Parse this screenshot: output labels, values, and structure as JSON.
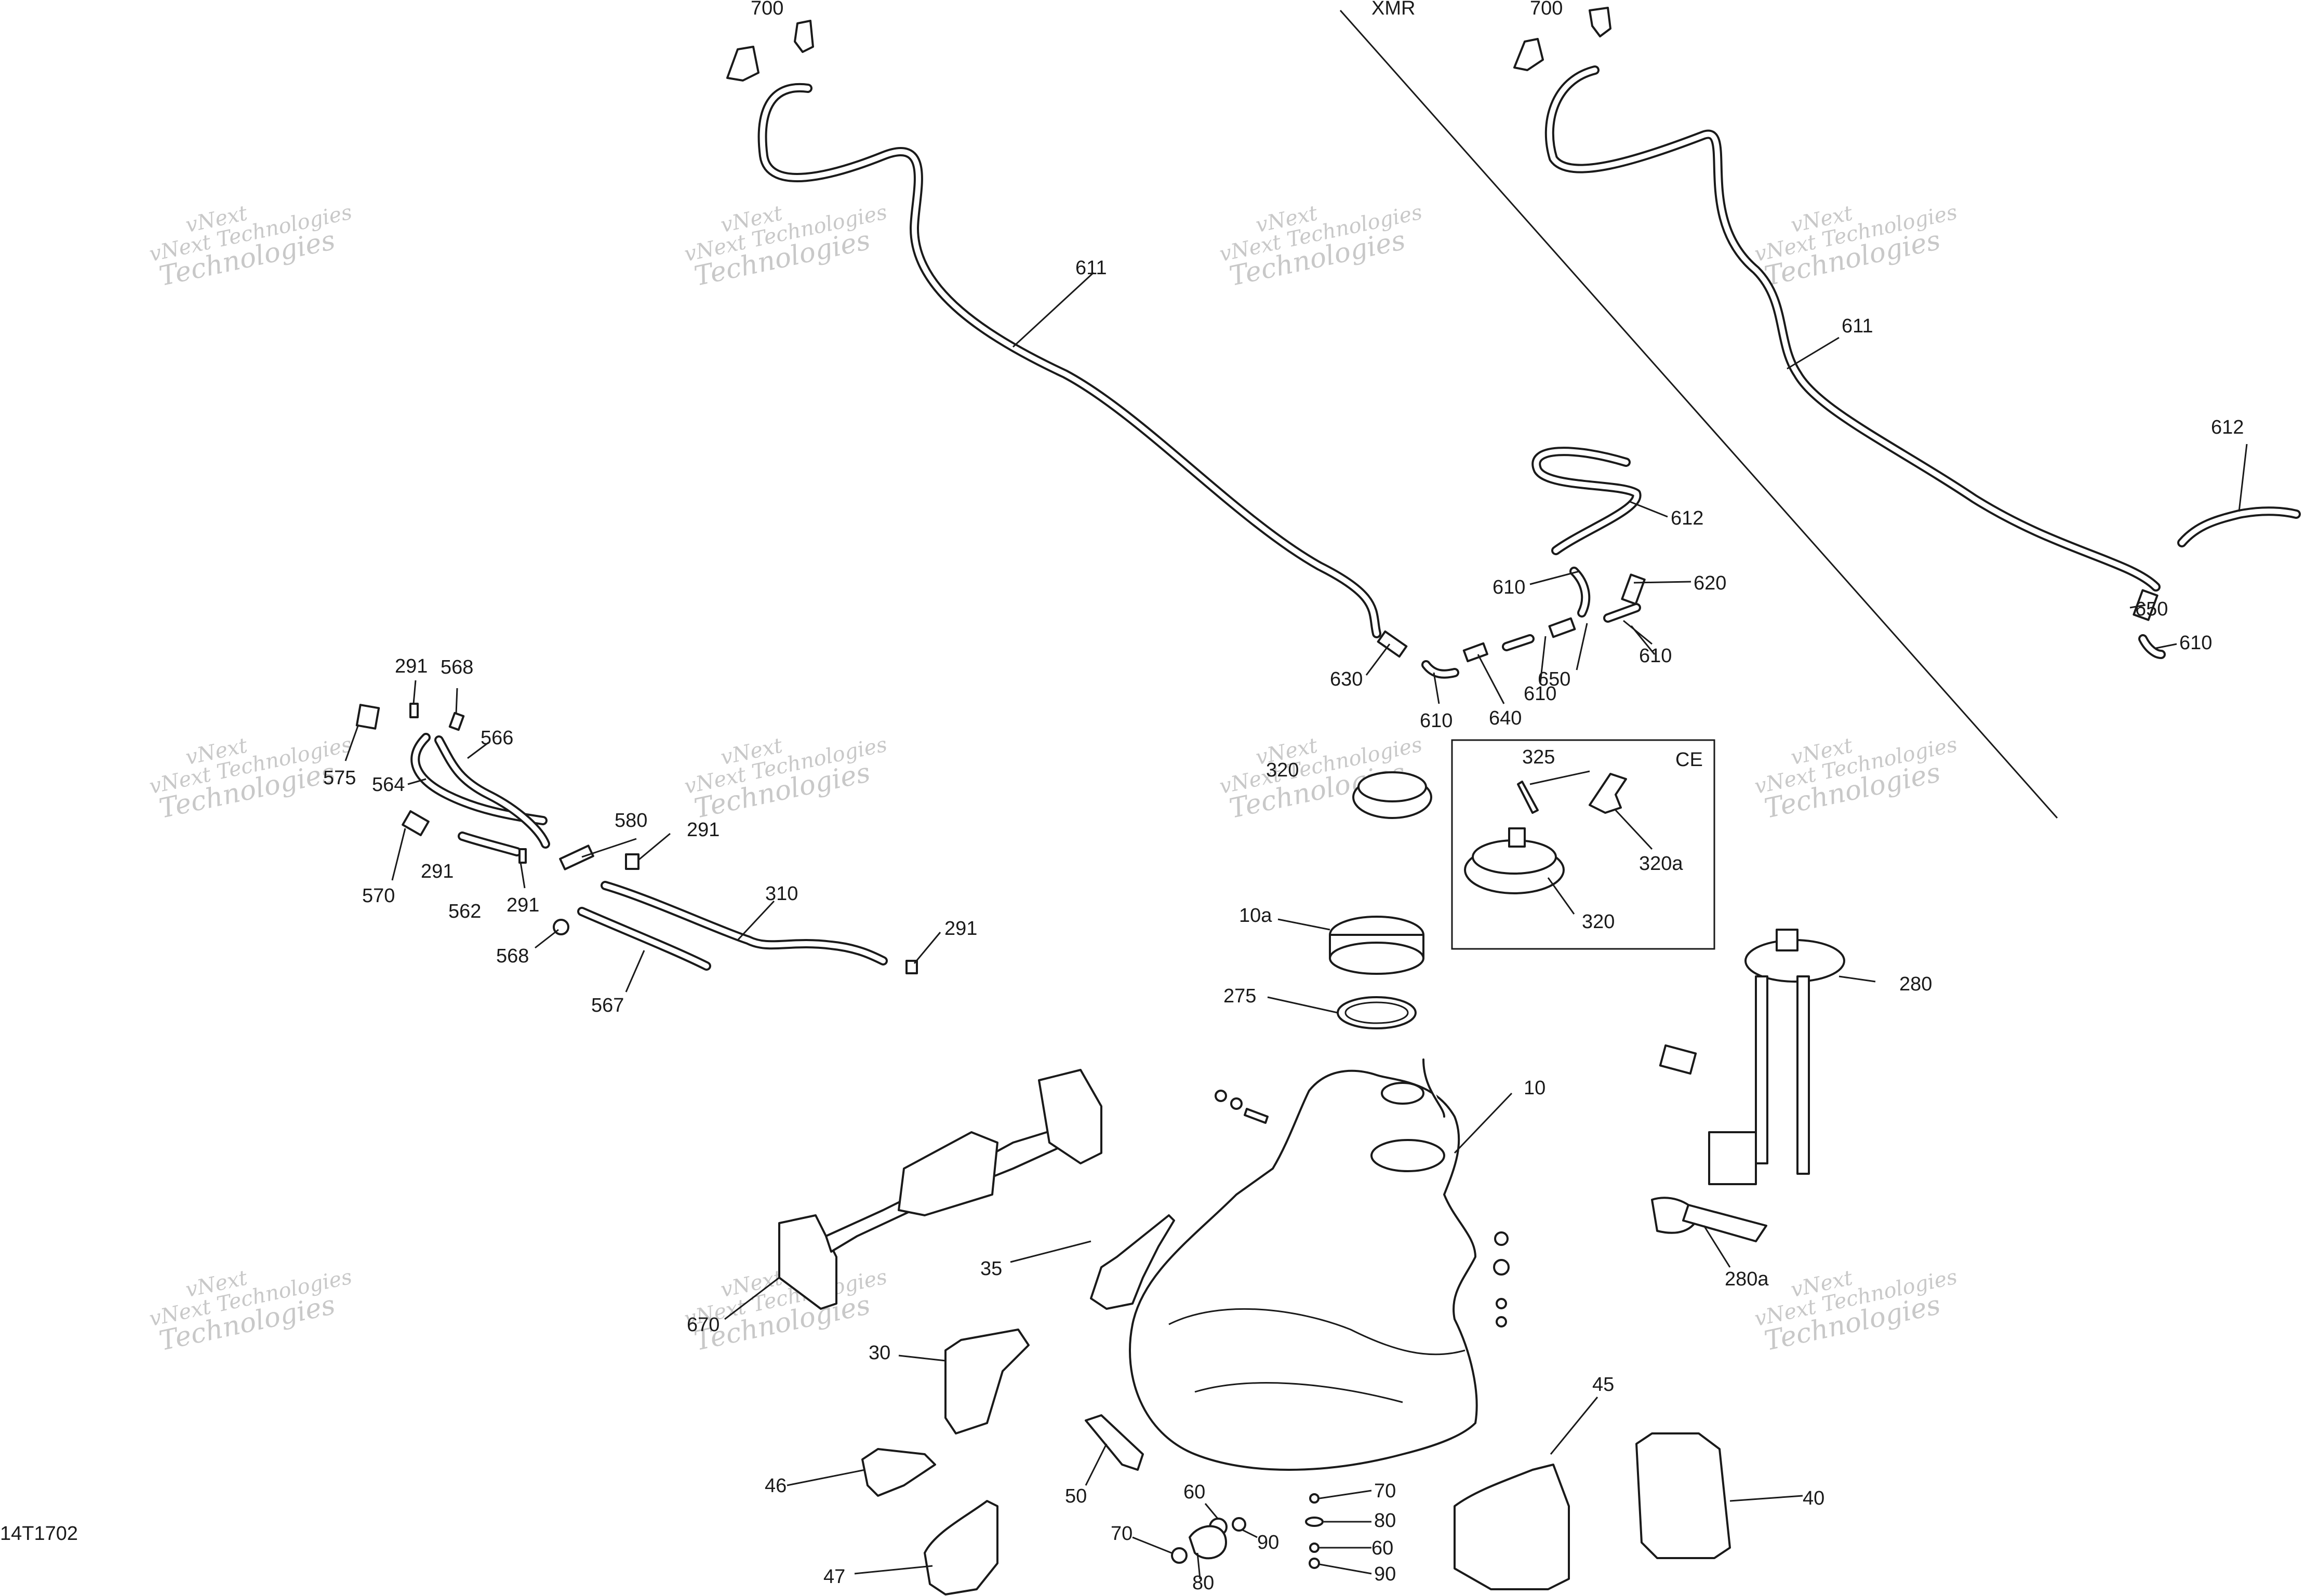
{
  "diagram": {
    "code": "14T1702",
    "variant_label": "XMR",
    "box_label": "CE",
    "watermark": {
      "line1": "vNext",
      "line2": "Technologies",
      "text": "vNext Technologies"
    }
  },
  "callouts": [
    {
      "id": "c700a",
      "text": "700"
    },
    {
      "id": "c700b",
      "text": "700"
    },
    {
      "id": "c611a",
      "text": "611"
    },
    {
      "id": "c611b",
      "text": "611"
    },
    {
      "id": "c612a",
      "text": "612"
    },
    {
      "id": "c612b",
      "text": "612"
    },
    {
      "id": "c610a",
      "text": "610"
    },
    {
      "id": "c620",
      "text": "620"
    },
    {
      "id": "c610b",
      "text": "610"
    },
    {
      "id": "c650a",
      "text": "650"
    },
    {
      "id": "c630",
      "text": "630"
    },
    {
      "id": "c610c",
      "text": "610"
    },
    {
      "id": "c640",
      "text": "640"
    },
    {
      "id": "c610d",
      "text": "610"
    },
    {
      "id": "c650b",
      "text": "650"
    },
    {
      "id": "c610e",
      "text": "610"
    },
    {
      "id": "c291a",
      "text": "291"
    },
    {
      "id": "c568a",
      "text": "568"
    },
    {
      "id": "c566",
      "text": "566"
    },
    {
      "id": "c575",
      "text": "575"
    },
    {
      "id": "c564",
      "text": "564"
    },
    {
      "id": "c570",
      "text": "570"
    },
    {
      "id": "c291b",
      "text": "291"
    },
    {
      "id": "c562",
      "text": "562"
    },
    {
      "id": "c291c",
      "text": "291"
    },
    {
      "id": "c580",
      "text": "580"
    },
    {
      "id": "c291d",
      "text": "291"
    },
    {
      "id": "c310",
      "text": "310"
    },
    {
      "id": "c568b",
      "text": "568"
    },
    {
      "id": "c567",
      "text": "567"
    },
    {
      "id": "c291e",
      "text": "291"
    },
    {
      "id": "c320a",
      "text": "320"
    },
    {
      "id": "c325",
      "text": "325"
    },
    {
      "id": "c320b",
      "text": "320a"
    },
    {
      "id": "c320c",
      "text": "320"
    },
    {
      "id": "c10a",
      "text": "10a"
    },
    {
      "id": "c275",
      "text": "275"
    },
    {
      "id": "c280",
      "text": "280"
    },
    {
      "id": "c10",
      "text": "10"
    },
    {
      "id": "c280a",
      "text": "280a"
    },
    {
      "id": "c35",
      "text": "35"
    },
    {
      "id": "c670",
      "text": "670"
    },
    {
      "id": "c30",
      "text": "30"
    },
    {
      "id": "c45",
      "text": "45"
    },
    {
      "id": "c40",
      "text": "40"
    },
    {
      "id": "c46",
      "text": "46"
    },
    {
      "id": "c50",
      "text": "50"
    },
    {
      "id": "c60a",
      "text": "60"
    },
    {
      "id": "c70a",
      "text": "70"
    },
    {
      "id": "c80a",
      "text": "80"
    },
    {
      "id": "c90a",
      "text": "90"
    },
    {
      "id": "c60b",
      "text": "60"
    },
    {
      "id": "c70b",
      "text": "70"
    },
    {
      "id": "c80b",
      "text": "80"
    },
    {
      "id": "c90b",
      "text": "90"
    },
    {
      "id": "c47",
      "text": "47"
    }
  ]
}
